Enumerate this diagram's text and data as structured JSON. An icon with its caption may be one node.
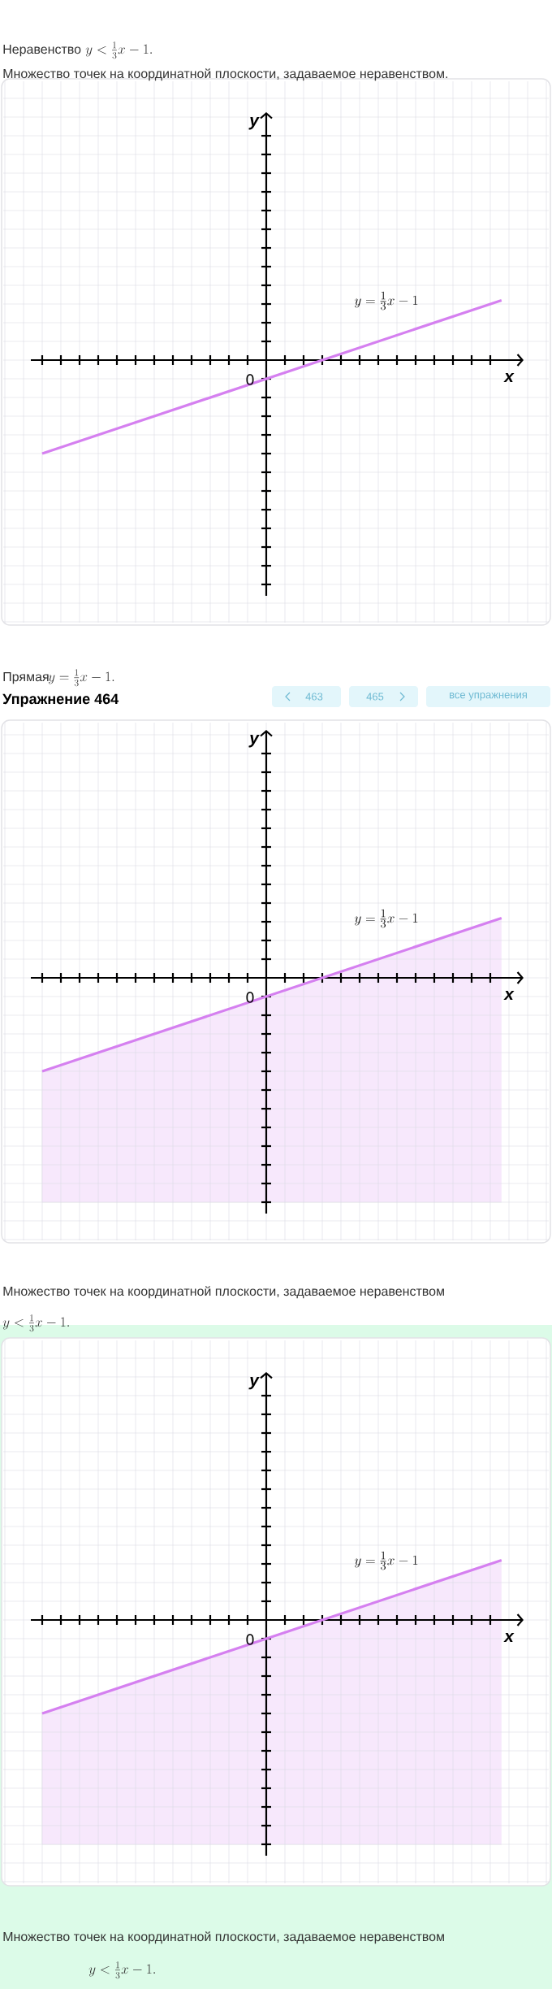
{
  "diagram": {
    "labels": [
      "Неравенство",
      "y<\\frac{1}{3}x-1.",
      "Множество точек на координатной плоскости, задаваемое неравенством.",
      "y",
      "y=\\frac{1}{3}x-1",
      "0",
      "x",
      "Прямая",
      "y=\\frac{1}{3}x-1.",
      "Упражнение 464",
      "463",
      "465",
      "все упражнения",
      "y",
      "y=\\frac{1}{3}x-1",
      "0",
      "x",
      "Множество точек на координатной плоскости, задаваемое неравенством",
      "y<\\frac{1}{3}x-1.",
      "y",
      "y=\\frac{1}{3}x-1",
      "0",
      "x",
      "Множество точек на координатной плоскости, задаваемое неравенством",
      "y<\\frac{1}{3}x-1."
    ]
  }
}
